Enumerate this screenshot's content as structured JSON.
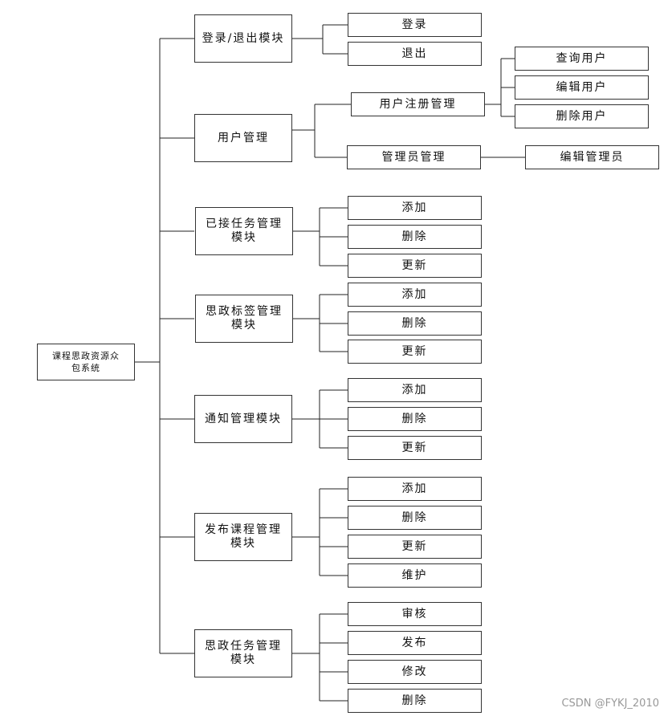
{
  "root": {
    "lines": [
      "课程思政资源众",
      "包系统"
    ]
  },
  "modules": [
    {
      "lines": [
        "登录/退出模块"
      ],
      "children": [
        {
          "label": "登录"
        },
        {
          "label": "退出"
        }
      ]
    },
    {
      "lines": [
        "用户管理"
      ],
      "children": [
        {
          "label": "用户注册管理",
          "children": [
            {
              "label": "查询用户"
            },
            {
              "label": "编辑用户"
            },
            {
              "label": "删除用户"
            }
          ]
        },
        {
          "label": "管理员管理",
          "children": [
            {
              "label": "编辑管理员"
            }
          ]
        }
      ]
    },
    {
      "lines": [
        "已接任务管理",
        "模块"
      ],
      "children": [
        {
          "label": "添加"
        },
        {
          "label": "删除"
        },
        {
          "label": "更新"
        }
      ]
    },
    {
      "lines": [
        "思政标签管理",
        "模块"
      ],
      "children": [
        {
          "label": "添加"
        },
        {
          "label": "删除"
        },
        {
          "label": "更新"
        }
      ]
    },
    {
      "lines": [
        "通知管理模块"
      ],
      "children": [
        {
          "label": "添加"
        },
        {
          "label": "删除"
        },
        {
          "label": "更新"
        }
      ]
    },
    {
      "lines": [
        "发布课程管理",
        "模块"
      ],
      "children": [
        {
          "label": "添加"
        },
        {
          "label": "删除"
        },
        {
          "label": "更新"
        },
        {
          "label": "维护"
        }
      ]
    },
    {
      "lines": [
        "思政任务管理",
        "模块"
      ],
      "children": [
        {
          "label": "审核"
        },
        {
          "label": "发布"
        },
        {
          "label": "修改"
        },
        {
          "label": "删除"
        }
      ]
    }
  ],
  "watermark": "CSDN @FYKJ_2010"
}
